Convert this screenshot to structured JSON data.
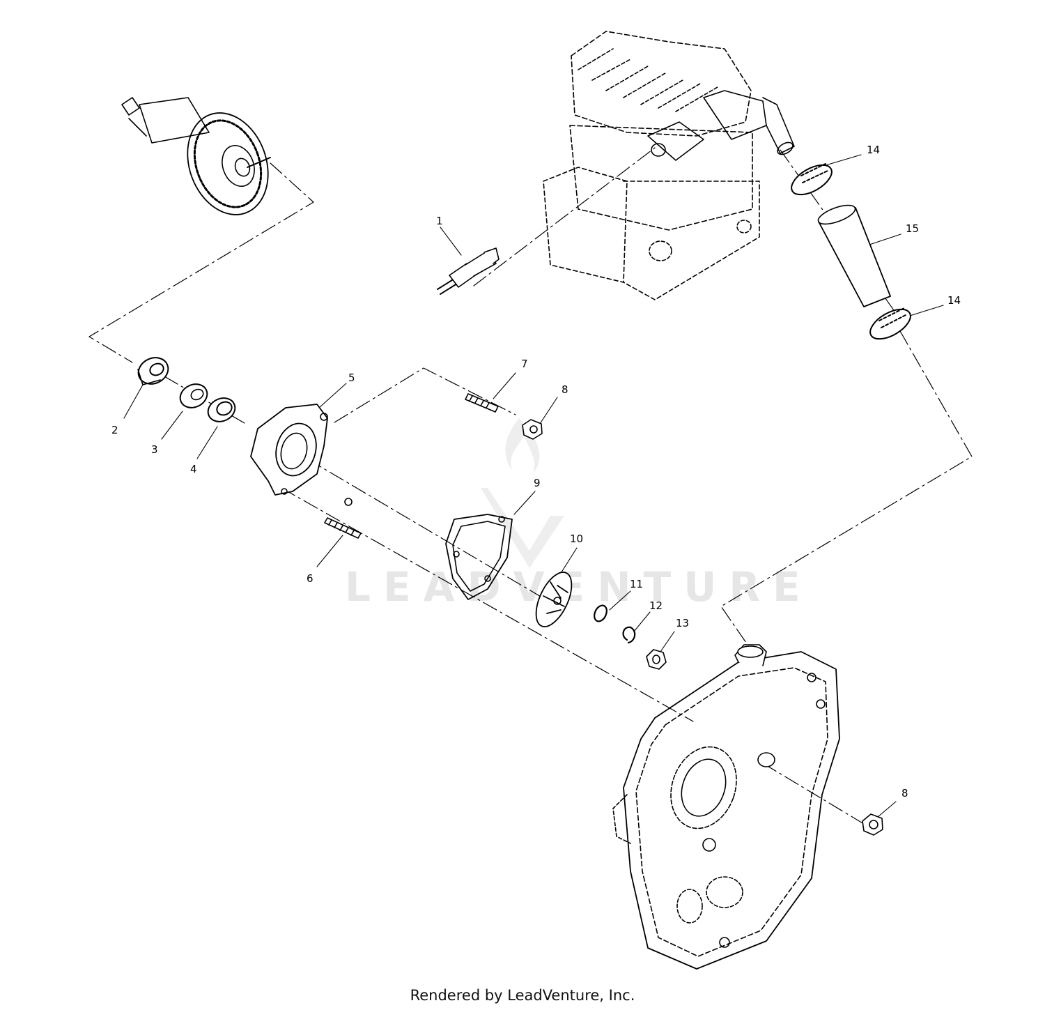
{
  "watermark": {
    "text": "LEADVENTURE"
  },
  "callouts": {
    "c1": "1",
    "c2": "2",
    "c3": "3",
    "c4": "4",
    "c5": "5",
    "c6": "6",
    "c7": "7",
    "c8a": "8",
    "c8b": "8",
    "c9": "9",
    "c10": "10",
    "c11": "11",
    "c12": "12",
    "c13": "13",
    "c14a": "14",
    "c14b": "14",
    "c15": "15"
  },
  "footer": {
    "text": "Rendered by LeadVenture, Inc."
  }
}
